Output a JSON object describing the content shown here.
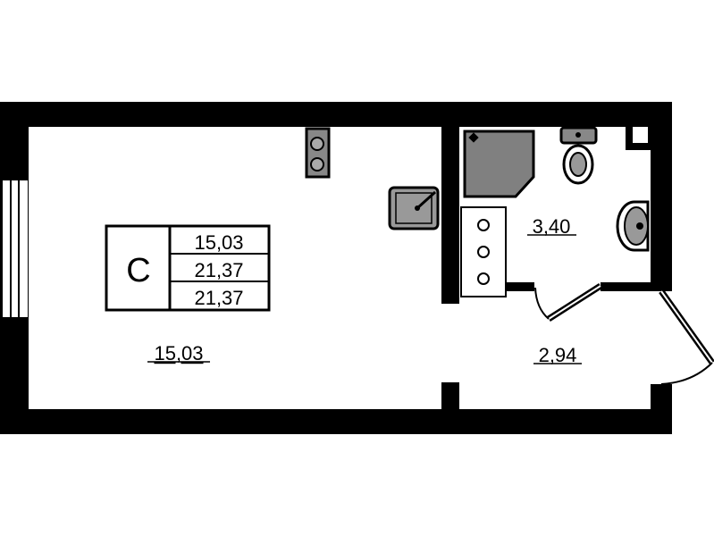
{
  "plan": {
    "unit_type": "С",
    "summary": [
      "15,03",
      "21,37",
      "21,37"
    ],
    "rooms": [
      {
        "name": "living-room",
        "area": "15,03"
      },
      {
        "name": "bathroom",
        "area": "3,40"
      },
      {
        "name": "hallway",
        "area": "2,94"
      }
    ]
  },
  "colors": {
    "wall": "#000000",
    "fixture": "#808080",
    "background": "#ffffff"
  }
}
